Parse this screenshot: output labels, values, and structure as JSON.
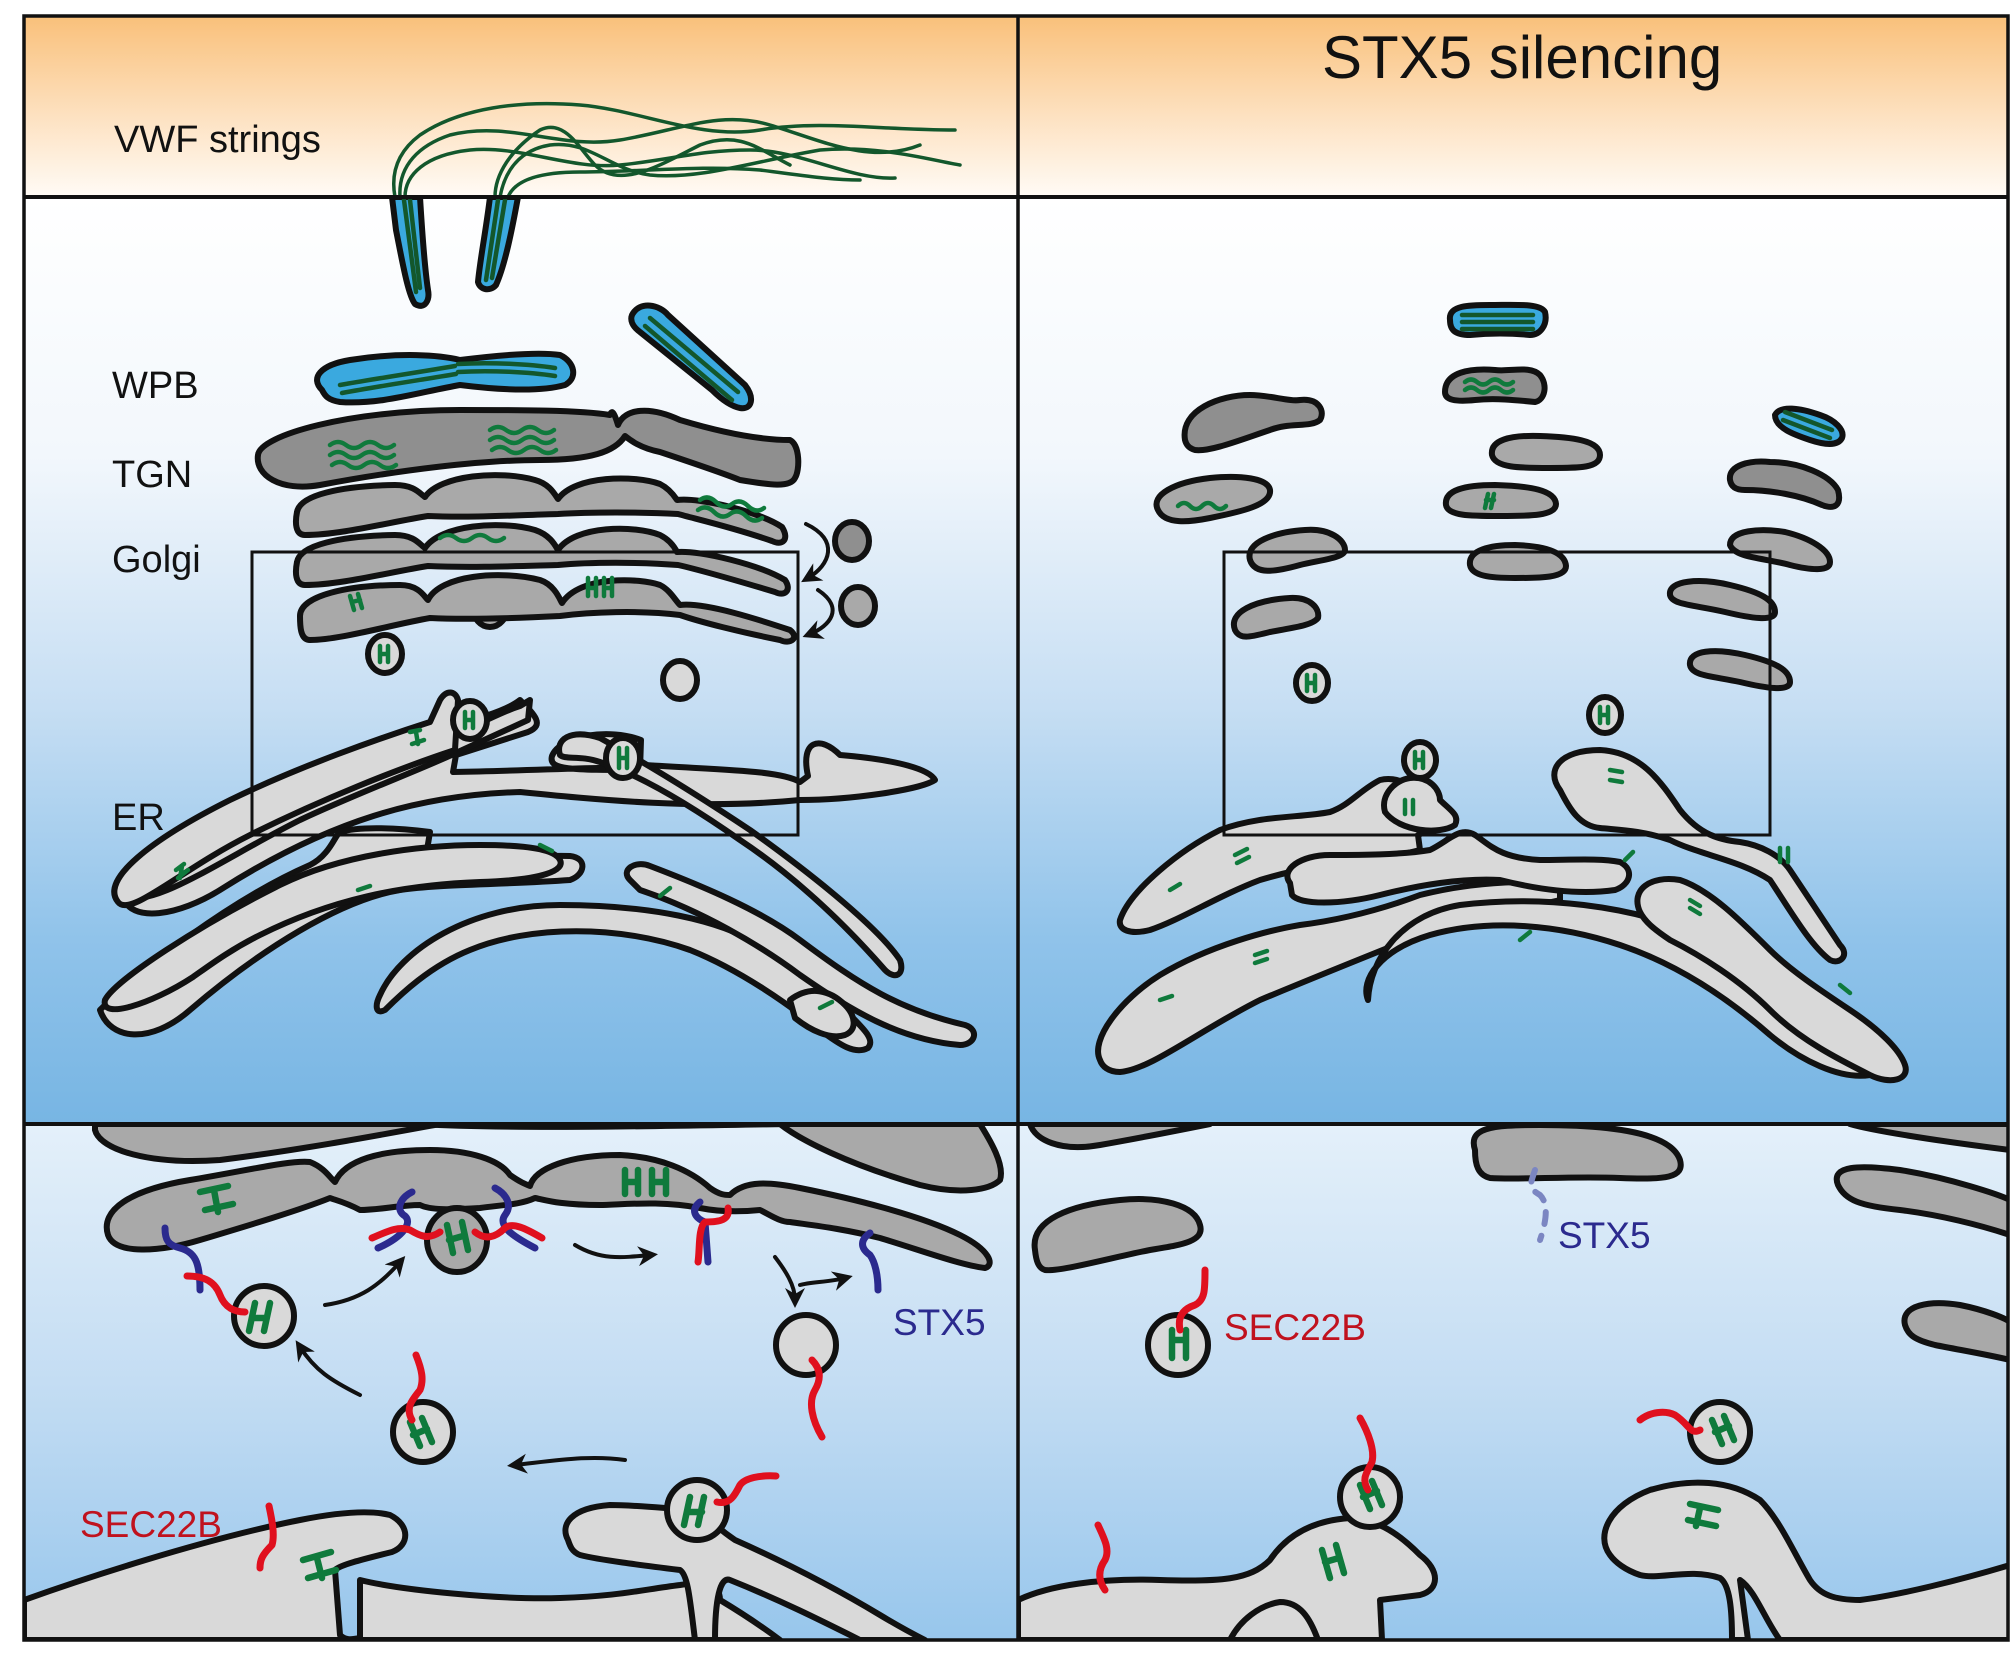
{
  "figure": {
    "panels": {
      "control": {
        "header_label": "VWF strings",
        "organelle_labels": {
          "wpb": "WPB",
          "tgn": "TGN",
          "golgi": "Golgi",
          "er": "ER"
        },
        "zoom_labels": {
          "stx5": "STX5",
          "sec22b": "SEC22B"
        }
      },
      "silencing": {
        "title": "STX5 silencing",
        "zoom_labels": {
          "stx5": "STX5",
          "sec22b": "SEC22B"
        }
      }
    },
    "colors": {
      "header_top": "#f9c07a",
      "header_bottom": "#fffaf5",
      "cell_top": "#ffffff",
      "cell_mid": "#bcd8f0",
      "cell_bottom": "#78b6e4",
      "zoom_top": "#e2eef9",
      "zoom_bottom": "#9cc9ee",
      "wpb_fill": "#3aa9df",
      "tgn_fill": "#8f8f8f",
      "golgi_fill": "#a9a9a9",
      "er_fill": "#d9d9d9",
      "vwf_green": "#0f7a3c",
      "vwf_string_green": "#13572c",
      "stx5_blue": "#2b2a8e",
      "stx5_faded": "#7b86c2",
      "sec22b_red": "#e0101e",
      "sec22b_text": "#c0121e",
      "outline": "#111111"
    }
  }
}
